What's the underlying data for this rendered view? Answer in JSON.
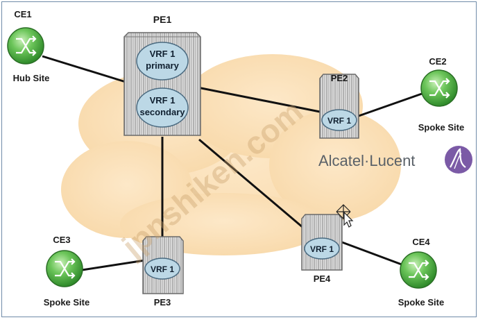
{
  "nodes": {
    "ce1": {
      "label": "CE1",
      "role": "Hub Site"
    },
    "ce2": {
      "label": "CE2",
      "role": "Spoke Site"
    },
    "ce3": {
      "label": "CE3",
      "role": "Spoke Site"
    },
    "ce4": {
      "label": "CE4",
      "role": "Spoke Site"
    },
    "pe1": {
      "label": "PE1",
      "vrf_primary": [
        "VRF 1",
        "primary"
      ],
      "vrf_secondary": [
        "VRF 1",
        "secondary"
      ]
    },
    "pe2": {
      "label": "PE2",
      "vrf": "VRF 1"
    },
    "pe3": {
      "label": "PE3",
      "vrf": "VRF 1"
    },
    "pe4": {
      "label": "PE4",
      "vrf": "VRF 1"
    }
  },
  "brand": {
    "name": "Alcatel·Lucent"
  },
  "watermark": "jpnshiken.com",
  "colors": {
    "cloud": "#fbe2bc",
    "router_green": "#58b14a",
    "vrf_ellipse": "#bcd8e6",
    "link": "#111111",
    "brand_purple": "#7b5aa6"
  }
}
